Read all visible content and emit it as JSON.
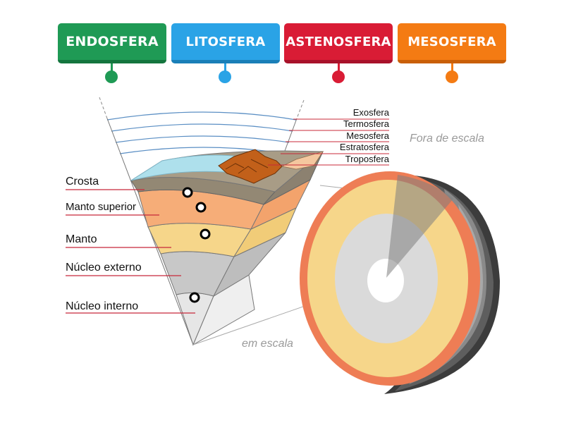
{
  "tiles": [
    {
      "label": "ENDOSFERA",
      "color": "#1f9a55"
    },
    {
      "label": "LITOSFERA",
      "color": "#2aa3e6"
    },
    {
      "label": "ASTENOSFERA",
      "color": "#d91c35"
    },
    {
      "label": "MESOSFERA",
      "color": "#f47b13"
    }
  ],
  "layers": {
    "crosta": "Crosta",
    "manto_superior": "Manto superior",
    "manto": "Manto",
    "nucleo_externo": "Núcleo externo",
    "nucleo_interno": "Núcleo interno"
  },
  "atmosphere": {
    "exosfera": "Exosfera",
    "termosfera": "Termosfera",
    "mesosfera": "Mesosfera",
    "estratosfera": "Estratosfera",
    "troposfera": "Troposfera"
  },
  "notes": {
    "fora_de_escala": "Fora de escala",
    "em_escala": "em escala"
  }
}
